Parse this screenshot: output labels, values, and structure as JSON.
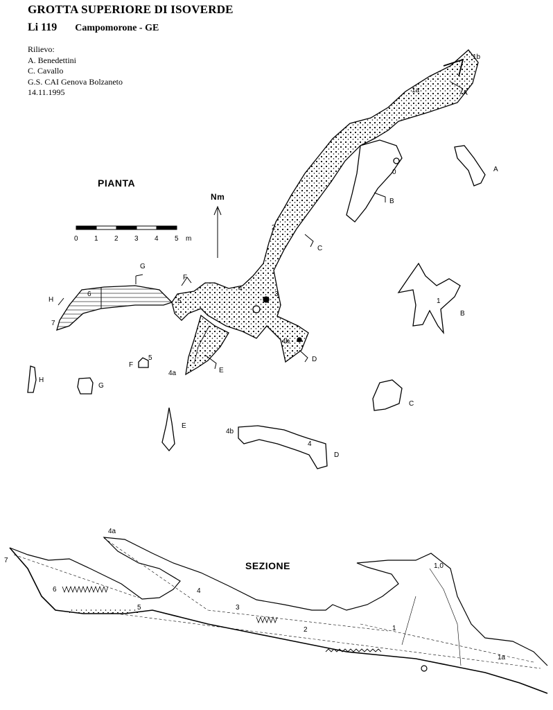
{
  "header": {
    "title": "GROTTA SUPERIORE DI ISOVERDE",
    "cave_code": "Li 119",
    "municipality": "Campomorone - GE"
  },
  "credits": {
    "heading": "Rilievo:",
    "surveyors": [
      "A. Benedettini",
      "C. Cavallo"
    ],
    "group": "G.S. CAI Genova Bolzaneto",
    "date": "14.11.1995"
  },
  "plan": {
    "title": "PIANTA",
    "north_label": "Nm",
    "scale": {
      "ticks": [
        "0",
        "1",
        "2",
        "3",
        "4",
        "5"
      ],
      "unit": "m"
    },
    "station_labels": [
      "1b",
      "1a",
      "0",
      "2",
      "3",
      "4",
      "4a",
      "4b",
      "5",
      "6",
      "7"
    ],
    "section_labels": [
      "A",
      "B",
      "C",
      "D",
      "E",
      "F",
      "G",
      "H"
    ]
  },
  "cross_sections": [
    {
      "label": "A"
    },
    {
      "label": "B",
      "station": "1"
    },
    {
      "label": "C"
    },
    {
      "label": "D",
      "stations": [
        "4b",
        "4"
      ]
    },
    {
      "label": "E"
    },
    {
      "label": "F",
      "station": "5"
    },
    {
      "label": "G"
    },
    {
      "label": "H"
    }
  ],
  "profile": {
    "title": "SEZIONE",
    "station_labels": [
      "7",
      "6",
      "5",
      "4a",
      "4",
      "3",
      "2",
      "1",
      "1,0",
      "1a"
    ]
  }
}
